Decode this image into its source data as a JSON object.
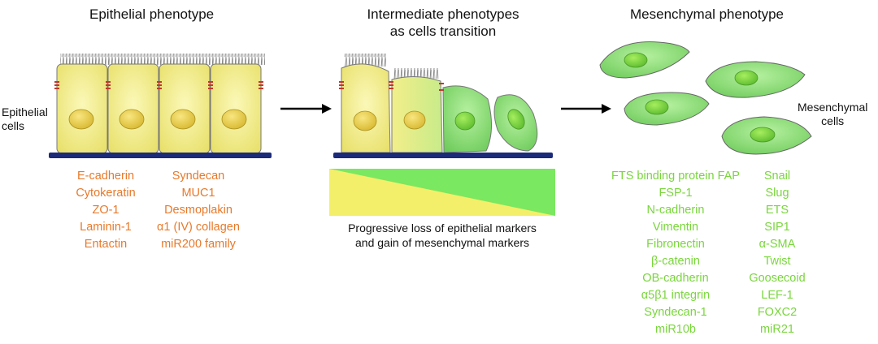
{
  "headings": {
    "epithelial": "Epithelial phenotype",
    "intermediate_line1": "Intermediate phenotypes",
    "intermediate_line2": "as cells transition",
    "mesenchymal": "Mesenchymal phenotype"
  },
  "labels": {
    "epithelial_cells_line1": "Epithelial",
    "epithelial_cells_line2": "cells",
    "mesenchymal_cells_line1": "Mesenchymal",
    "mesenchymal_cells_line2": "cells"
  },
  "caption": {
    "line1": "Progressive loss of epithelial markers",
    "line2": "and gain of mesenchymal markers"
  },
  "epithelial_markers": {
    "left": [
      "E-cadherin",
      "Cytokeratin",
      "ZO-1",
      "Laminin-1",
      "Entactin"
    ],
    "right": [
      "Syndecan",
      "MUC1",
      "Desmoplakin",
      "α1 (IV) collagen",
      "miR200 family"
    ]
  },
  "mesenchymal_markers": {
    "left": [
      "FTS binding protein FAP",
      "FSP-1",
      "N-cadherin",
      "Vimentin",
      "Fibronectin",
      "β-catenin",
      "OB-cadherin",
      "α5β1 integrin",
      "Syndecan-1",
      "miR10b"
    ],
    "right": [
      "Snail",
      "Slug",
      "ETS",
      "SIP1",
      "α-SMA",
      "Twist",
      "Goosecoid",
      "LEF-1",
      "FOXC2",
      "miR21"
    ]
  },
  "colors": {
    "epithelial_cell": "#f5f08a",
    "mesenchymal_cell": "#8fe07a",
    "epithelial_text": "#e8792a",
    "mesenchymal_text": "#79d63c",
    "basement_membrane": "#1c2a7a"
  }
}
